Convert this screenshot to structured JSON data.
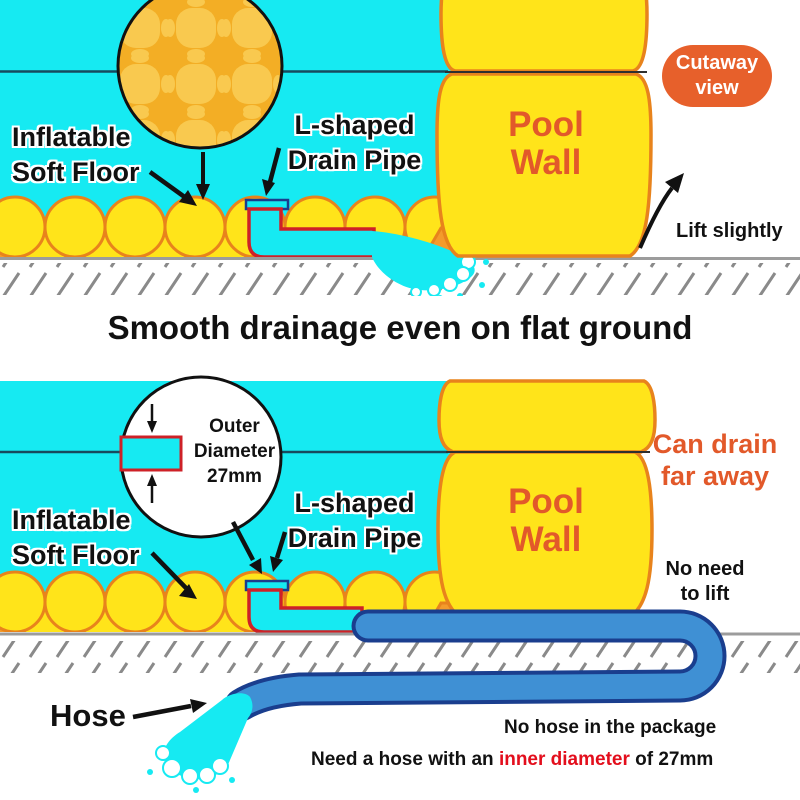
{
  "heading": "Smooth drainage even on flat ground",
  "colors": {
    "water_cyan": "#16EAF2",
    "floor_yellow": "#FFE41A",
    "floor_orange": "#F49B2B",
    "outline_orange": "#E8831C",
    "pipe_red": "#CE2127",
    "hose_blue": "#3F90D4",
    "hose_outline": "#1A3E8E",
    "accent_orange_text": "#E2592A",
    "badge_orange": "#E7602B",
    "highlight_red_text": "#E30E1C"
  },
  "panel_top": {
    "floor_label": "Inflatable\nSoft Floor",
    "pipe_label": "L-shaped\nDrain Pipe",
    "wall_label": "Pool\nWall",
    "badge": "Cutaway\nview",
    "lift_label": "Lift slightly"
  },
  "panel_bottom": {
    "diameter_label": "Outer\nDiameter\n27mm",
    "floor_label": "Inflatable\nSoft Floor",
    "pipe_label": "L-shaped\nDrain Pipe",
    "wall_label": "Pool\nWall",
    "drain_label": "Can drain\nfar away",
    "no_lift_label": "No need\nto lift",
    "hose_label": "Hose",
    "note1": "No hose in the package",
    "note2_before": "Need a hose with an ",
    "note2_highlight": "inner diameter",
    "note2_after": " of 27mm"
  }
}
